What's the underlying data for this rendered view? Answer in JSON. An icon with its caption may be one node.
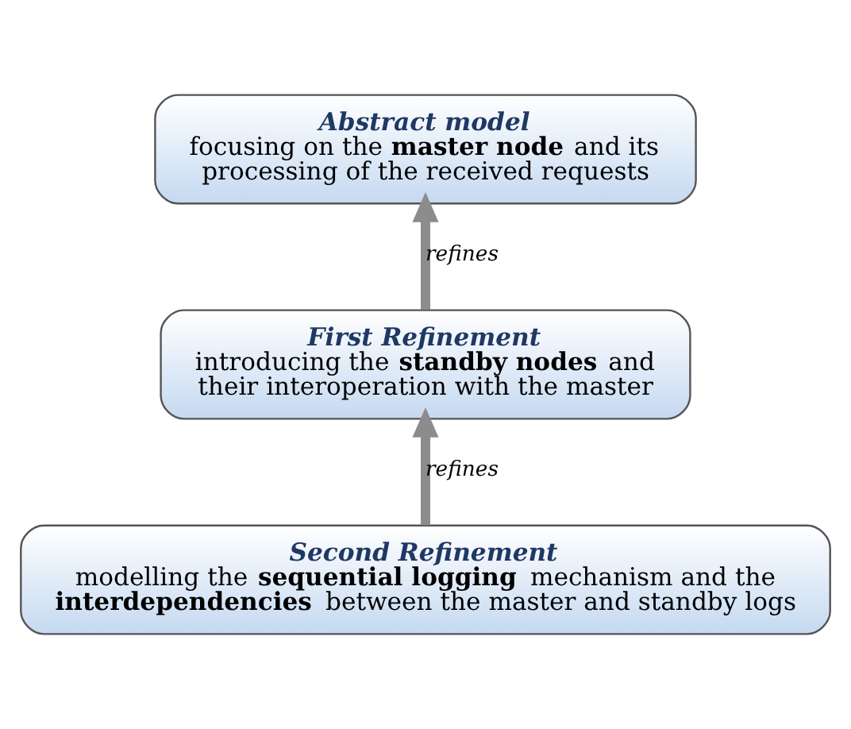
{
  "diagram": {
    "nodes": [
      {
        "text": [
          "Abstract model",
          "focusing on the **master node** and its processing of the received requests"
        ]
      },
      {
        "text": [
          "First Refinement",
          "introducing the **standby nodes** and their interoperation with the master"
        ]
      },
      {
        "text": [
          "Second Refinement",
          "modelling the **sequential logging** mechanism and the **interdependencies** between the master and standby logs"
        ]
      }
    ],
    "edges": [
      {
        "from": 1,
        "to": 0,
        "arrow": "to",
        "label": "refines"
      },
      {
        "from": 2,
        "to": 1,
        "arrow": "to",
        "label": "refines"
      }
    ]
  }
}
